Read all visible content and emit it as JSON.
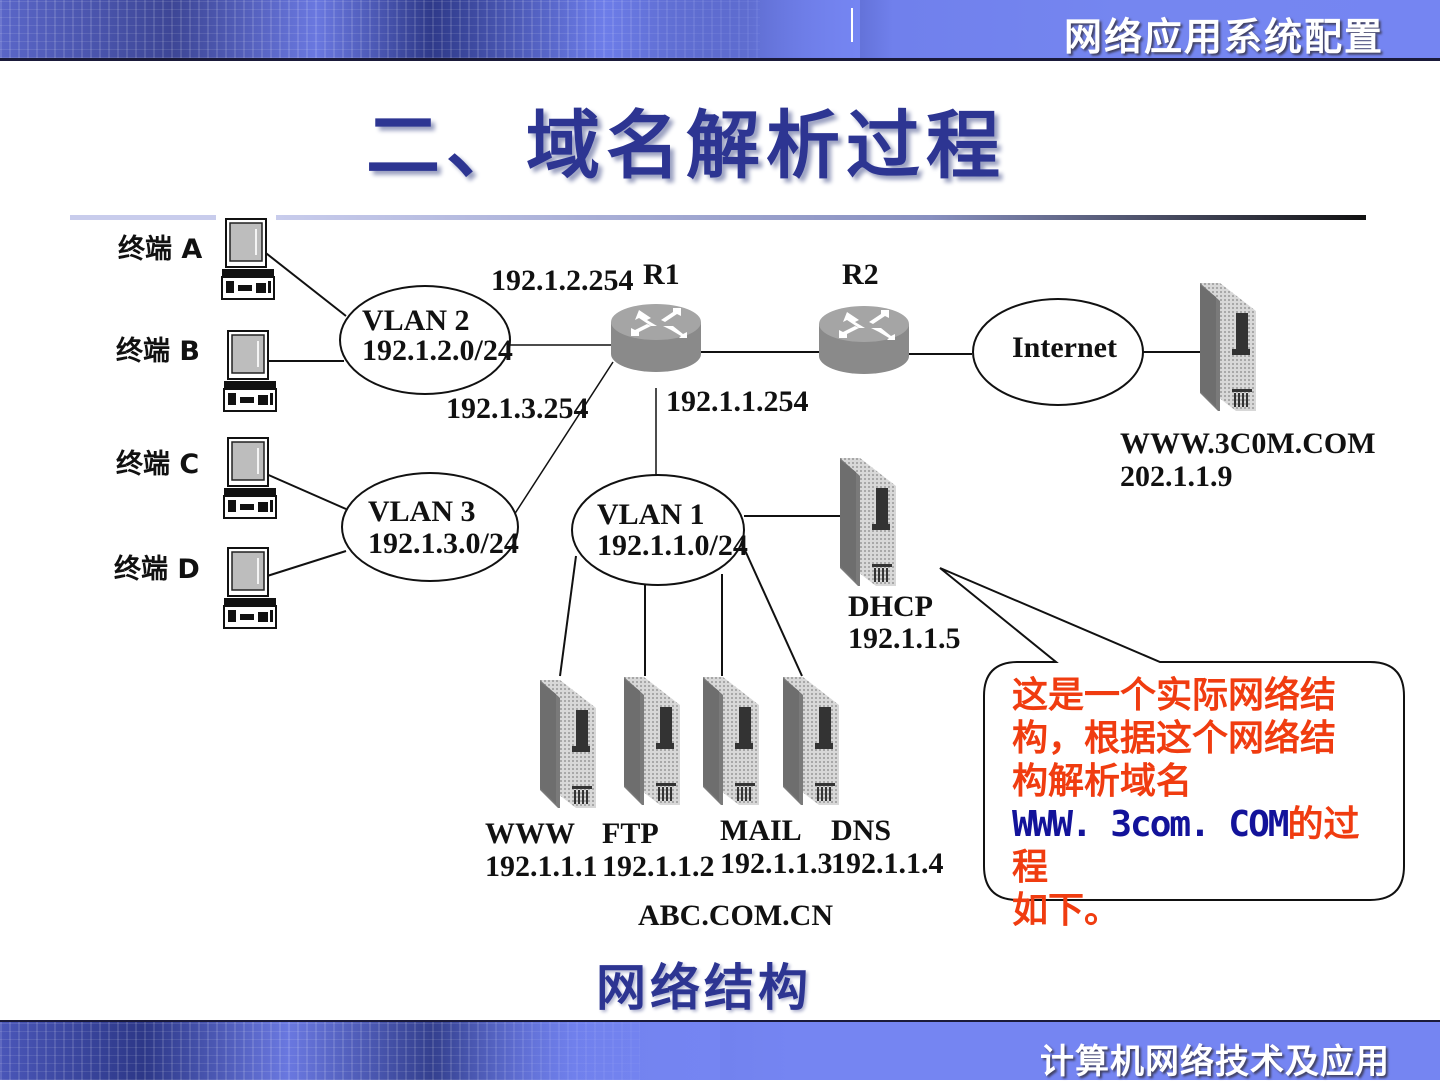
{
  "header": {
    "title": "网络应用系统配置"
  },
  "slide": {
    "title": "二、域名解析过程"
  },
  "diagram": {
    "terminals": [
      {
        "label": "终端  A"
      },
      {
        "label": "终端  B"
      },
      {
        "label": "终端  C"
      },
      {
        "label": "终端  D"
      }
    ],
    "vlans": [
      {
        "name": "VLAN 2",
        "subnet": "192.1.2.0/24"
      },
      {
        "name": "VLAN 3",
        "subnet": "192.1.3.0/24"
      },
      {
        "name": "VLAN 1",
        "subnet": "192.1.1.0/24"
      }
    ],
    "interfaces": {
      "vlan2_gateway": "192.1.2.254",
      "vlan3_gateway": "192.1.3.254",
      "vlan1_gateway": "192.1.1.254"
    },
    "routers": [
      {
        "label": "R1"
      },
      {
        "label": "R2"
      }
    ],
    "internet": {
      "label": "Internet"
    },
    "remote_server": {
      "name": "WWW.3C0M.COM",
      "ip": "202.1.1.9"
    },
    "dhcp_server": {
      "name": "DHCP",
      "ip": "192.1.1.5"
    },
    "servers": [
      {
        "name": "WWW",
        "ip": "192.1.1.1"
      },
      {
        "name": "FTP",
        "ip": "192.1.1.2"
      },
      {
        "name": "MAIL",
        "ip": "192.1.1.3"
      },
      {
        "name": "DNS",
        "ip": "192.1.1.4"
      }
    ],
    "domain": "ABC.COM.CN"
  },
  "callout": {
    "line1": "这是一个实际网络结",
    "line2": "构，根据这个网络结",
    "line3": "构解析域名",
    "domain": "WWW. 3com. COM",
    "line4_suffix": "的过程",
    "line5": "如下。",
    "text_color": "#f03c10",
    "domain_color": "#13139a"
  },
  "caption": "网络结构",
  "footer": {
    "title": "计算机网络技术及应用"
  },
  "colors": {
    "title": "#2d3592",
    "banner": "#7585f2"
  }
}
